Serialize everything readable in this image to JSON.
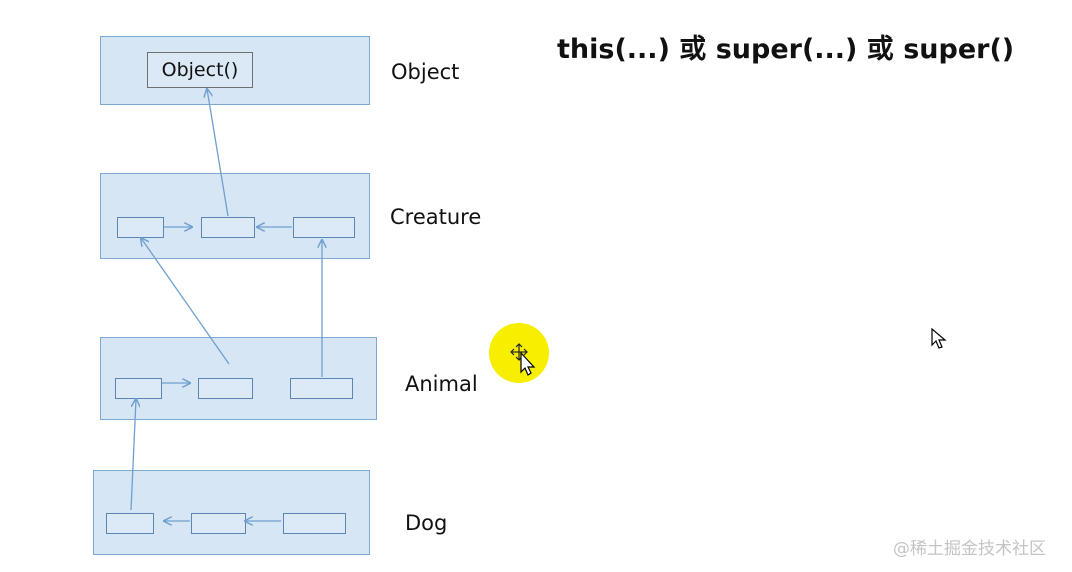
{
  "heading": "this(...) 或 super(...) 或 super()",
  "classes": {
    "object": {
      "label": "Object",
      "constructor": "Object()"
    },
    "creature": {
      "label": "Creature"
    },
    "animal": {
      "label": "Animal"
    },
    "dog": {
      "label": "Dog"
    }
  },
  "watermark": "@稀土掘金技术社区",
  "cursor_icons": [
    "move-cursor-icon",
    "arrow-pointer-icon"
  ],
  "colors": {
    "box_fill": "#d7e6f4",
    "box_border": "#7fa9cf",
    "arrow": "#6e9fd0",
    "highlight": "#f7ee00"
  }
}
